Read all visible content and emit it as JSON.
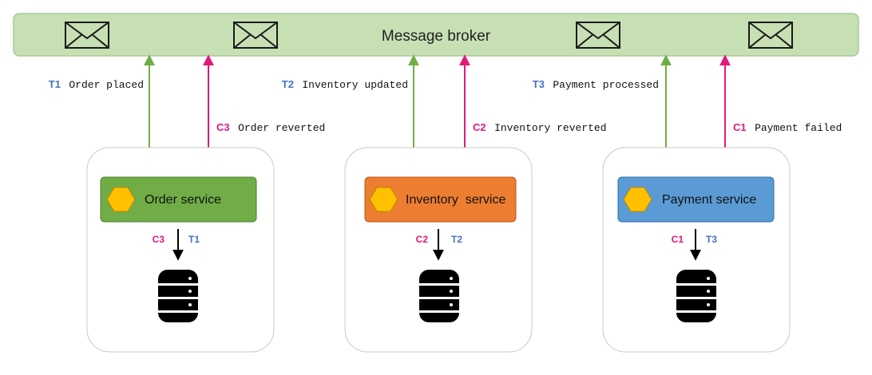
{
  "broker": {
    "title": "Message broker",
    "color": "#c6e0b4",
    "icons": [
      "envelope-icon",
      "envelope-icon",
      "envelope-icon",
      "envelope-icon"
    ]
  },
  "colors": {
    "transaction": "#4472c4",
    "compensation": "#e0197b",
    "transaction_arrow": "#70ad47",
    "compensation_arrow": "#e0197b"
  },
  "services": [
    {
      "id": "order",
      "name": "Order service",
      "color": "#70ad47",
      "border": "#4e7f30",
      "icon": "hexagon-icon",
      "db_icon": "database-icon",
      "transaction": {
        "code": "T1",
        "label": "Order placed"
      },
      "compensation": {
        "code": "C3",
        "label": "Order reverted"
      },
      "db_codes": {
        "compensation": "C3",
        "transaction": "T1"
      }
    },
    {
      "id": "inventory",
      "name": "Inventory  service",
      "color": "#ed7d31",
      "border": "#b85a1c",
      "icon": "hexagon-icon",
      "db_icon": "database-icon",
      "transaction": {
        "code": "T2",
        "label": "Inventory updated"
      },
      "compensation": {
        "code": "C2",
        "label": "Inventory reverted"
      },
      "db_codes": {
        "compensation": "C2",
        "transaction": "T2"
      }
    },
    {
      "id": "payment",
      "name": "Payment service",
      "color": "#5b9bd5",
      "border": "#2e6ea6",
      "icon": "hexagon-icon",
      "db_icon": "database-icon",
      "transaction": {
        "code": "T3",
        "label": "Payment processed"
      },
      "compensation": {
        "code": "C1",
        "label": "Payment failed"
      },
      "db_codes": {
        "compensation": "C1",
        "transaction": "T3"
      }
    }
  ]
}
